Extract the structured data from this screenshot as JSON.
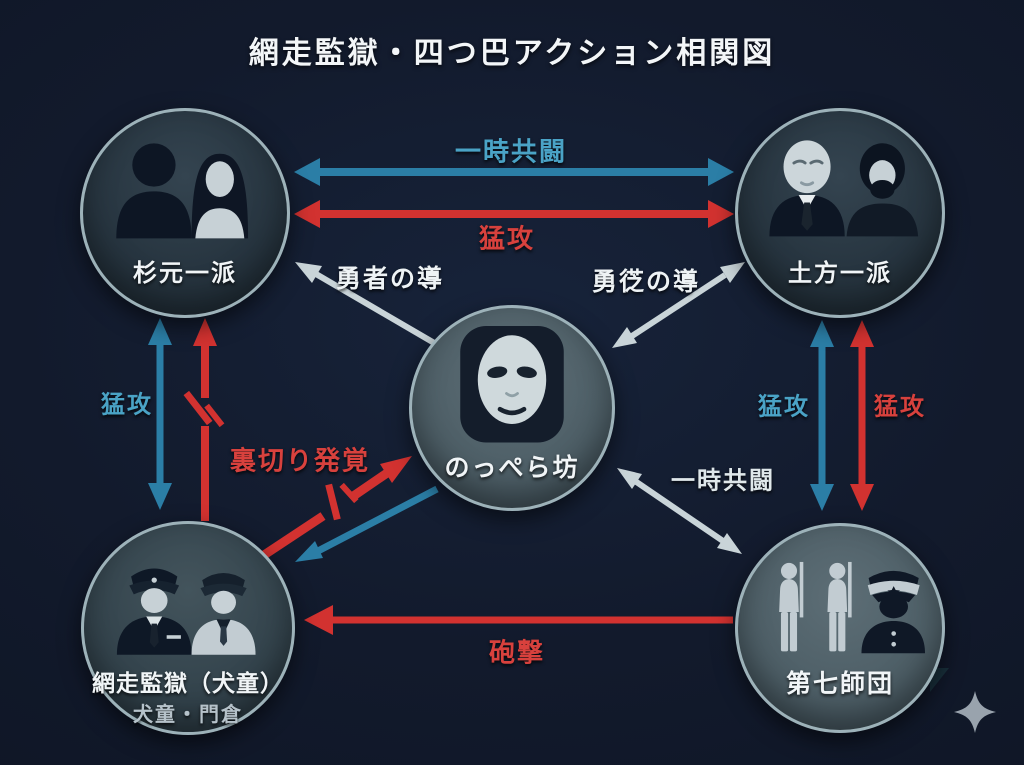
{
  "title": "網走監獄・四つ巴アクション相関図",
  "colors": {
    "background": "#121a2c",
    "blue_arrow": "#2b7ea6",
    "blue_label": "#4aa3c6",
    "red_arrow": "#d23230",
    "red_label": "#d8413d",
    "gray_arrow": "#c9d4d8",
    "white_label": "#eef3f5",
    "sub_label": "#b6c2ca",
    "sparkle": "#99a3ad"
  },
  "nodes": {
    "sugimoto": {
      "label": "杉元一派",
      "icon": "man-and-woman-silhouettes"
    },
    "hijikata": {
      "label": "土方一派",
      "icon": "old-man-and-bearded-man"
    },
    "noppera": {
      "label": "のっぺら坊",
      "icon": "blank-face-mask"
    },
    "abashiri": {
      "label": "網走監獄（犬童）",
      "sublabel": "犬童・門倉",
      "icon": "two-prison-guards"
    },
    "division7": {
      "label": "第七師団",
      "icon": "soldiers-and-officer"
    }
  },
  "edges": {
    "top_truce": {
      "from": "杉元一派",
      "to": "土方一派",
      "label": "一時共闘",
      "style": "blue-double-arrow"
    },
    "top_assault": {
      "from": "杉元一派",
      "to": "土方一派",
      "label": "猛攻",
      "style": "red-double-arrow"
    },
    "guide_sugimoto": {
      "from": "のっぺら坊",
      "to": "杉元一派",
      "label": "勇者の導",
      "style": "gray-single-arrow"
    },
    "guide_hijikata": {
      "from": "のっぺら坊",
      "to": "土方一派",
      "label": "勇徔の導",
      "style": "gray-double-arrow"
    },
    "left_assault": {
      "from": "杉元一派",
      "to": "網走監獄（犬童）",
      "label": "猛攻",
      "style": "blue-double-arrow"
    },
    "left_broken": {
      "from": "網走監獄（犬童）",
      "to": "杉元一派",
      "label": "",
      "style": "red-single-arrow-broken"
    },
    "betrayal": {
      "from": "網走監獄（犬童）",
      "to": "のっぺら坊",
      "label": "裏切り発覚",
      "style": "red-single-arrow-broken"
    },
    "noppera_abashiri": {
      "from": "のっぺら坊",
      "to": "網走監獄（犬童）",
      "label": "",
      "style": "blue-single-arrow"
    },
    "right_assault_blue": {
      "from": "土方一派",
      "to": "第七師団",
      "label": "猛攻",
      "style": "blue-double-arrow"
    },
    "right_assault_red": {
      "from": "土方一派",
      "to": "第七師団",
      "label": "猛攻",
      "style": "red-double-arrow"
    },
    "truce_division": {
      "from": "のっぺら坊",
      "to": "第七師団",
      "label": "一時共闘",
      "style": "gray-double-arrow"
    },
    "bombard": {
      "from": "第七師団",
      "to": "網走監獄（犬童）",
      "label": "砲撃",
      "style": "red-single-arrow"
    }
  }
}
